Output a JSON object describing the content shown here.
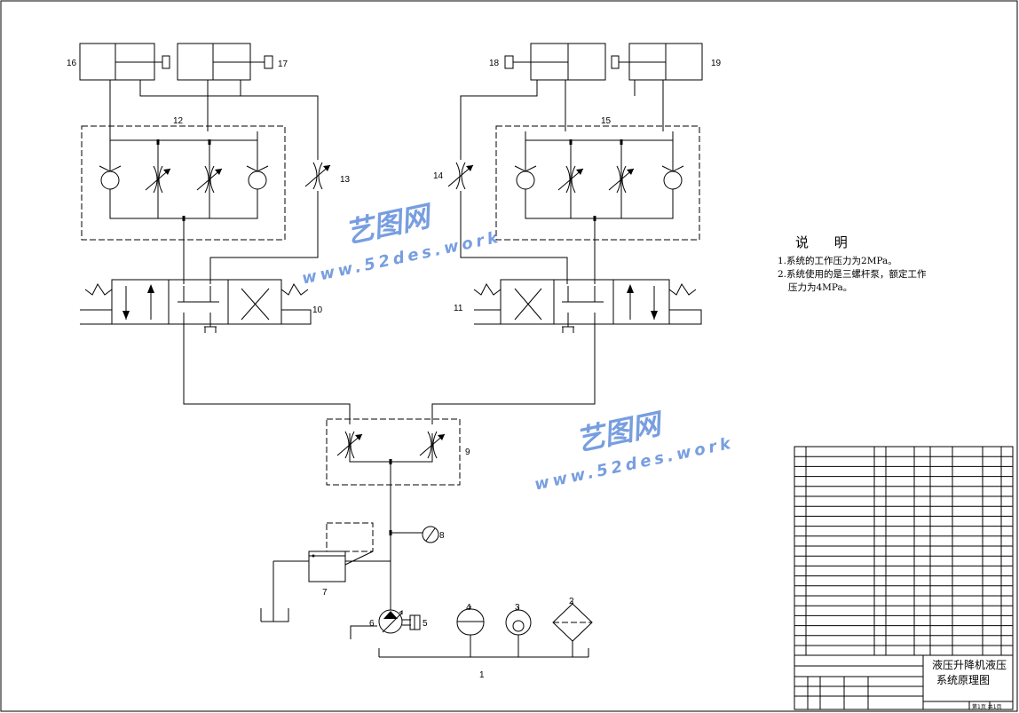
{
  "component_numbers": [
    "1",
    "2",
    "3",
    "4",
    "5",
    "6",
    "7",
    "8",
    "9",
    "10",
    "11",
    "12",
    "13",
    "14",
    "15",
    "16",
    "17",
    "18",
    "19"
  ],
  "notes": {
    "title": "说 明",
    "line1": "1.系统的工作压力为2MPa。",
    "line2": "2.系统使用的是三螺杆泵，额定工作",
    "line3": "压力为4MPa。"
  },
  "title_block": {
    "title_line1": "液压升降机液压",
    "title_line2": "系统原理图",
    "sheet_info": "第1页  共1页"
  },
  "watermark": {
    "brand": "艺图网",
    "url": "www.52des.work"
  },
  "colors": {
    "line": "#000000",
    "watermark": "#4a7ed6"
  }
}
